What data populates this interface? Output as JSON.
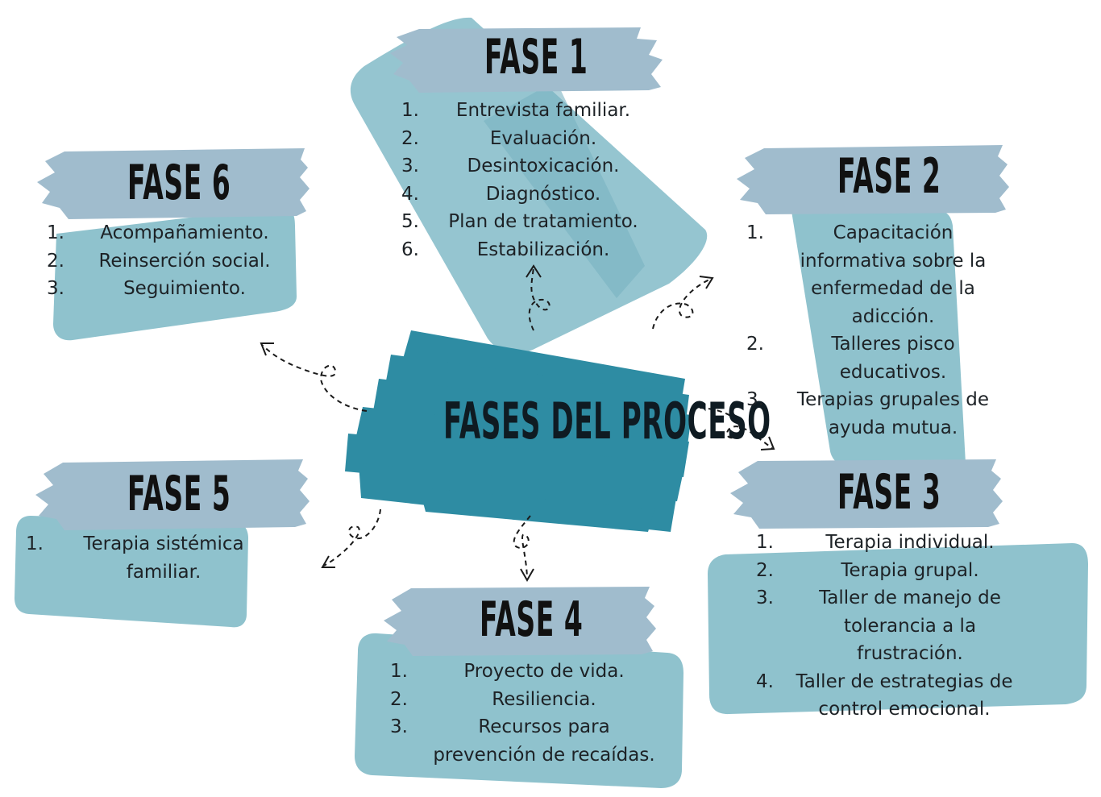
{
  "colors": {
    "header": "#a0bccd",
    "card": "#8fc2cd",
    "center": "#2e8ca3",
    "ink": "#1d2226"
  },
  "center": {
    "title": "FASES DEL PROCESO"
  },
  "phases": [
    {
      "title": "FASE 1",
      "items": [
        {
          "num": "1.",
          "text": "Entrevista familiar."
        },
        {
          "num": "2.",
          "text": "Evaluación."
        },
        {
          "num": "3.",
          "text": "Desintoxicación."
        },
        {
          "num": "4.",
          "text": "Diagnóstico."
        },
        {
          "num": "5.",
          "text": "Plan de tratamiento."
        },
        {
          "num": "6.",
          "text": "Estabilización."
        }
      ]
    },
    {
      "title": "FASE 2",
      "items": [
        {
          "num": "1.",
          "text": "Capacitación informativa sobre la enfermedad de la adicción."
        },
        {
          "num": "2.",
          "text": "Talleres pisco educativos."
        },
        {
          "num": "3.",
          "text": "Terapias grupales de ayuda mutua."
        }
      ]
    },
    {
      "title": "FASE 3",
      "items": [
        {
          "num": "1.",
          "text": "Terapia individual."
        },
        {
          "num": "2.",
          "text": "Terapia grupal."
        },
        {
          "num": "3.",
          "text": "Taller de manejo de tolerancia a la frustración."
        },
        {
          "num": "4.",
          "text": "Taller de estrategias de control emocional."
        }
      ]
    },
    {
      "title": "FASE 4",
      "items": [
        {
          "num": "1.",
          "text": "Proyecto de vida."
        },
        {
          "num": "2.",
          "text": "Resiliencia."
        },
        {
          "num": "3.",
          "text": "Recursos para prevención de recaídas."
        }
      ]
    },
    {
      "title": "FASE 5",
      "items": [
        {
          "num": "1.",
          "text": "Terapia sistémica familiar."
        }
      ]
    },
    {
      "title": "FASE 6",
      "items": [
        {
          "num": "1.",
          "text": "Acompañamiento."
        },
        {
          "num": "2.",
          "text": "Reinserción social."
        },
        {
          "num": "3.",
          "text": "Seguimiento."
        }
      ]
    }
  ]
}
